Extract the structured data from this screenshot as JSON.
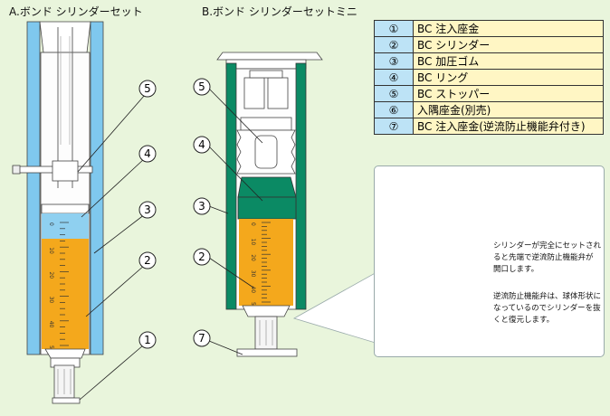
{
  "titles": {
    "a": "A.ボンド シリンダーセット",
    "b": "B.ボンド シリンダーセットミニ"
  },
  "parts": [
    {
      "num": "①",
      "name": "BC 注入座金"
    },
    {
      "num": "②",
      "name": "BC シリンダー"
    },
    {
      "num": "③",
      "name": "BC 加圧ゴム"
    },
    {
      "num": "④",
      "name": "BC リング"
    },
    {
      "num": "⑤",
      "name": "BC ストッパー"
    },
    {
      "num": "⑥",
      "name": "入隅座金(別売)"
    },
    {
      "num": "⑦",
      "name": "BC 注入座金(逆流防止機能弁付き)"
    }
  ],
  "callouts": {
    "a": [
      "5",
      "4",
      "3",
      "2",
      "1"
    ],
    "b": [
      "5",
      "4",
      "3",
      "2",
      "7"
    ]
  },
  "scale_marks": [
    "0",
    "10",
    "20",
    "30",
    "40",
    "50"
  ],
  "arrow": "⇩",
  "notes": {
    "top": [
      "シリンダーが完全にセットされ",
      "ると先端で逆流防止機能弁が",
      "開口します。"
    ],
    "bottom": [
      "逆流防止機能弁は、球体形状に",
      "なっているのでシリンダーを抜",
      "くと復元します。"
    ]
  },
  "colors": {
    "background": "#e9f5dc",
    "blue_wall": "#7fc8ee",
    "orange_fluid": "#f4a81c",
    "green_sleeve": "#0b8a64",
    "valve_red": "#f26b5b",
    "valve_yellow": "#fff3a0",
    "cell_blue": "#bde3f6",
    "cell_yellow": "#fff6c4"
  }
}
